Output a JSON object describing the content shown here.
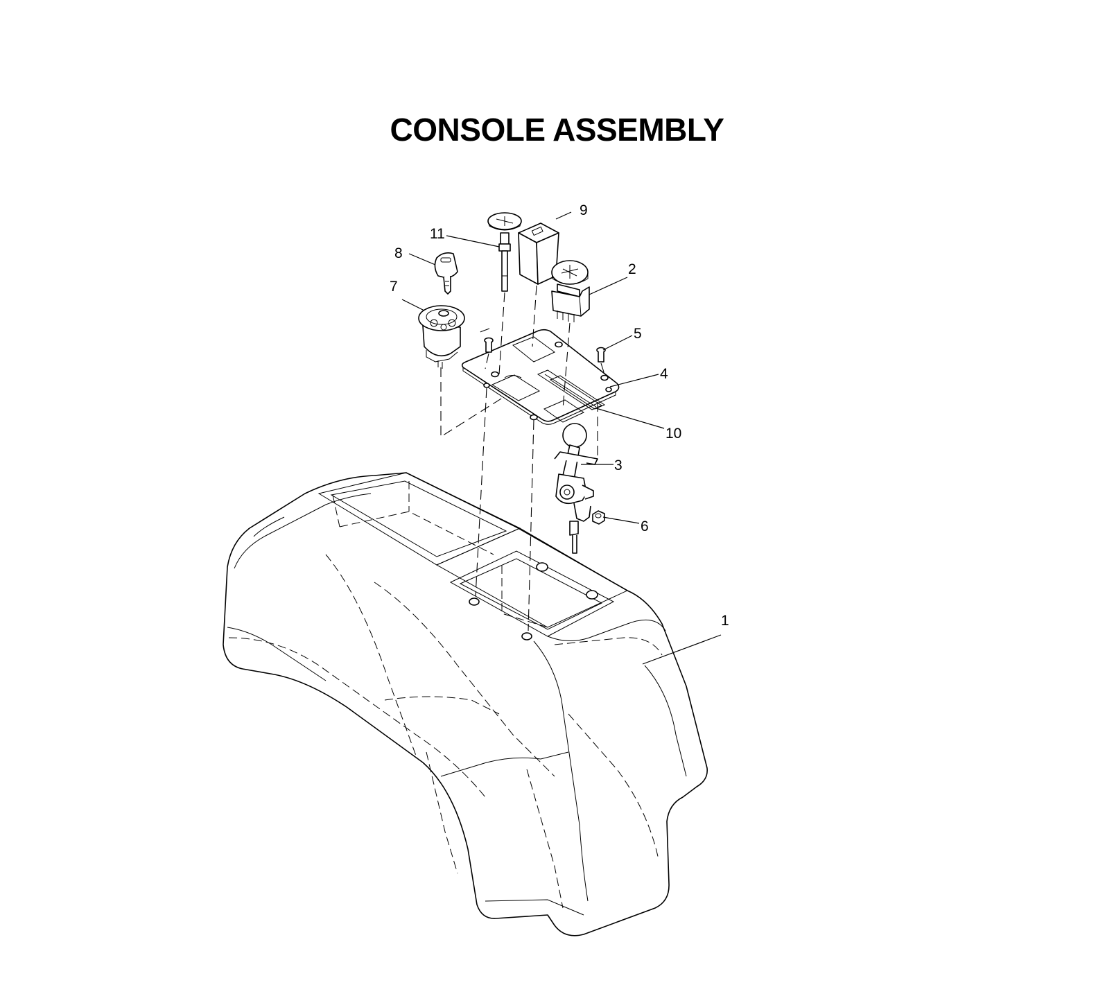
{
  "title": "CONSOLE ASSEMBLY",
  "callouts": [
    {
      "number": "1",
      "part": "console-housing"
    },
    {
      "number": "2",
      "part": "pto-switch"
    },
    {
      "number": "3",
      "part": "throttle-control-lever"
    },
    {
      "number": "4",
      "part": "console-mounting-plate"
    },
    {
      "number": "5",
      "part": "screw"
    },
    {
      "number": "6",
      "part": "nut"
    },
    {
      "number": "7",
      "part": "ignition-switch"
    },
    {
      "number": "8",
      "part": "ignition-key"
    },
    {
      "number": "9",
      "part": "hour-meter"
    },
    {
      "number": "10",
      "part": "throttle-slot-plate"
    },
    {
      "number": "11",
      "part": "choke-control-knob"
    }
  ],
  "colors": {
    "line": "#000000",
    "background": "#ffffff"
  }
}
